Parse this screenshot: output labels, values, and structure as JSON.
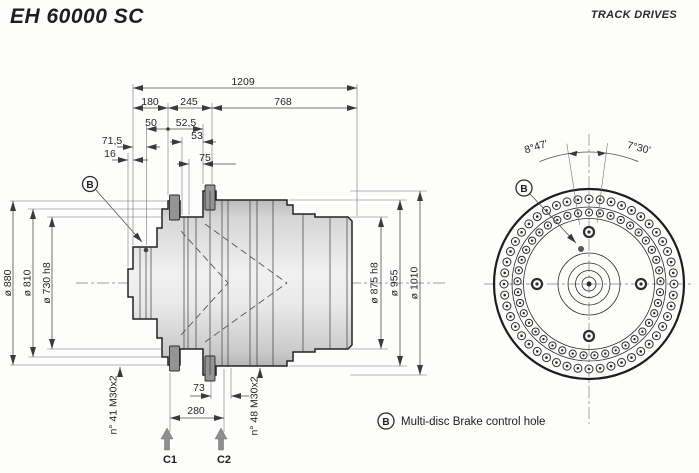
{
  "header": {
    "title": "EH 60000 SC",
    "series": "TRACK DRIVES"
  },
  "dims": {
    "overall": "1209",
    "a": "180",
    "b": "245",
    "c": "768",
    "d50": "50",
    "d52": "52,5",
    "d53": "53",
    "d71": "71,5",
    "d16": "16",
    "d75": "75",
    "dia880": "ø 880",
    "dia810": "ø 810",
    "dia730": "ø 730 h8",
    "dia875": "ø 875 h8",
    "dia955": "ø 955",
    "dia1010": "ø 1010",
    "d73": "73",
    "d280": "280",
    "boltsL": "n° 41 M30x2",
    "boltsR": "n° 48 M30x2",
    "angL": "8°47'",
    "angR": "7°30'"
  },
  "ports": {
    "c1": "C1",
    "c2": "C2"
  },
  "balloon": {
    "label": "B"
  },
  "legend": {
    "symbol": "B",
    "text": "Multi-disc Brake control hole"
  },
  "front_view": {
    "outer_holes": 48,
    "inner_holes": 41,
    "cross_holes": 4
  },
  "colors": {
    "outline": "#232323",
    "dimension": "#4d4d4d",
    "body_light": "#f1f1f1",
    "body_dark": "#aeaeae",
    "stud": "#949494",
    "port_arrow": "#8f8f8f",
    "text": "#262626"
  }
}
